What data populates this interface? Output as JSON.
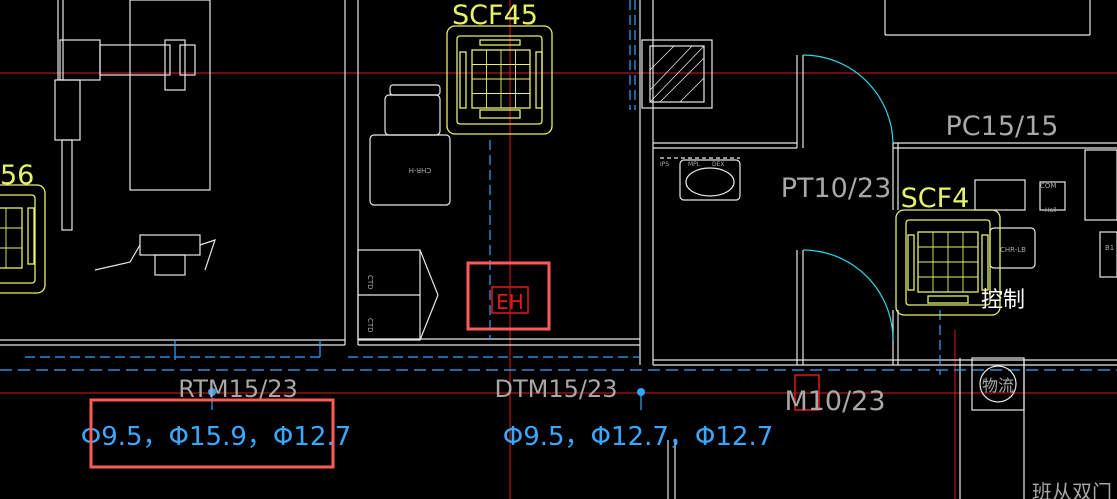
{
  "colors": {
    "background": "#000000",
    "wall": "#e8e8e8",
    "equipment": "#e6f36a",
    "pipe": "#1e90ff",
    "pipe_dashed": "#2ea7ff",
    "axis": "#e01818",
    "door": "#2dd6e6",
    "highlight": "#ff5a5a",
    "text_gray": "#a8a8a8",
    "text_blue": "#3aa8ff"
  },
  "units": {
    "scf45": "SCF45",
    "scf4": "SCF4",
    "scf56": "56",
    "eh": "EH"
  },
  "labels": {
    "pc": "PC15/15",
    "pt": "PT10/23",
    "rtm": "RTM15/23",
    "dtm": "DTM15/23",
    "m10": "M10/23",
    "control": "控制",
    "logistics": "物流",
    "bottom_right": "班从双门",
    "chr_h": "CHR-H",
    "chr_lb": "CHR-LB",
    "ctd1": "CTD",
    "ctd2": "CTD",
    "ips_label": "IPS",
    "mpl_label": "MPL",
    "dex_label": "DEX",
    "com": "COM",
    "hall": "Hall",
    "b_label": "B1"
  },
  "pipe_specs": {
    "left": "Φ9.5，Φ15.9，Φ12.7",
    "right": "Φ9.5，Φ12.7，Φ12.7"
  }
}
